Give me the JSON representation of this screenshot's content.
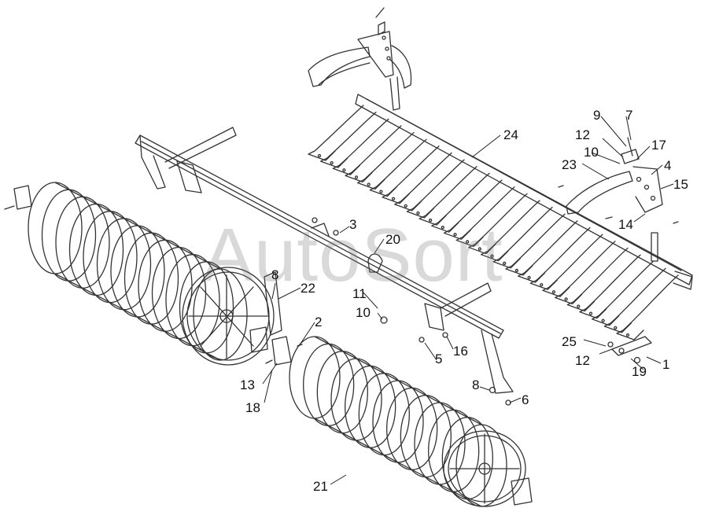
{
  "watermark": "AutoSort",
  "callouts": [
    "1",
    "2",
    "3",
    "4",
    "5",
    "6",
    "7",
    "8",
    "8",
    "9",
    "10",
    "10",
    "11",
    "12",
    "12",
    "13",
    "14",
    "15",
    "16",
    "17",
    "18",
    "19",
    "20",
    "21",
    "22",
    "23",
    "24",
    "25"
  ],
  "colors": {
    "line": "#333333",
    "leader": "#222222",
    "background": "#ffffff"
  }
}
